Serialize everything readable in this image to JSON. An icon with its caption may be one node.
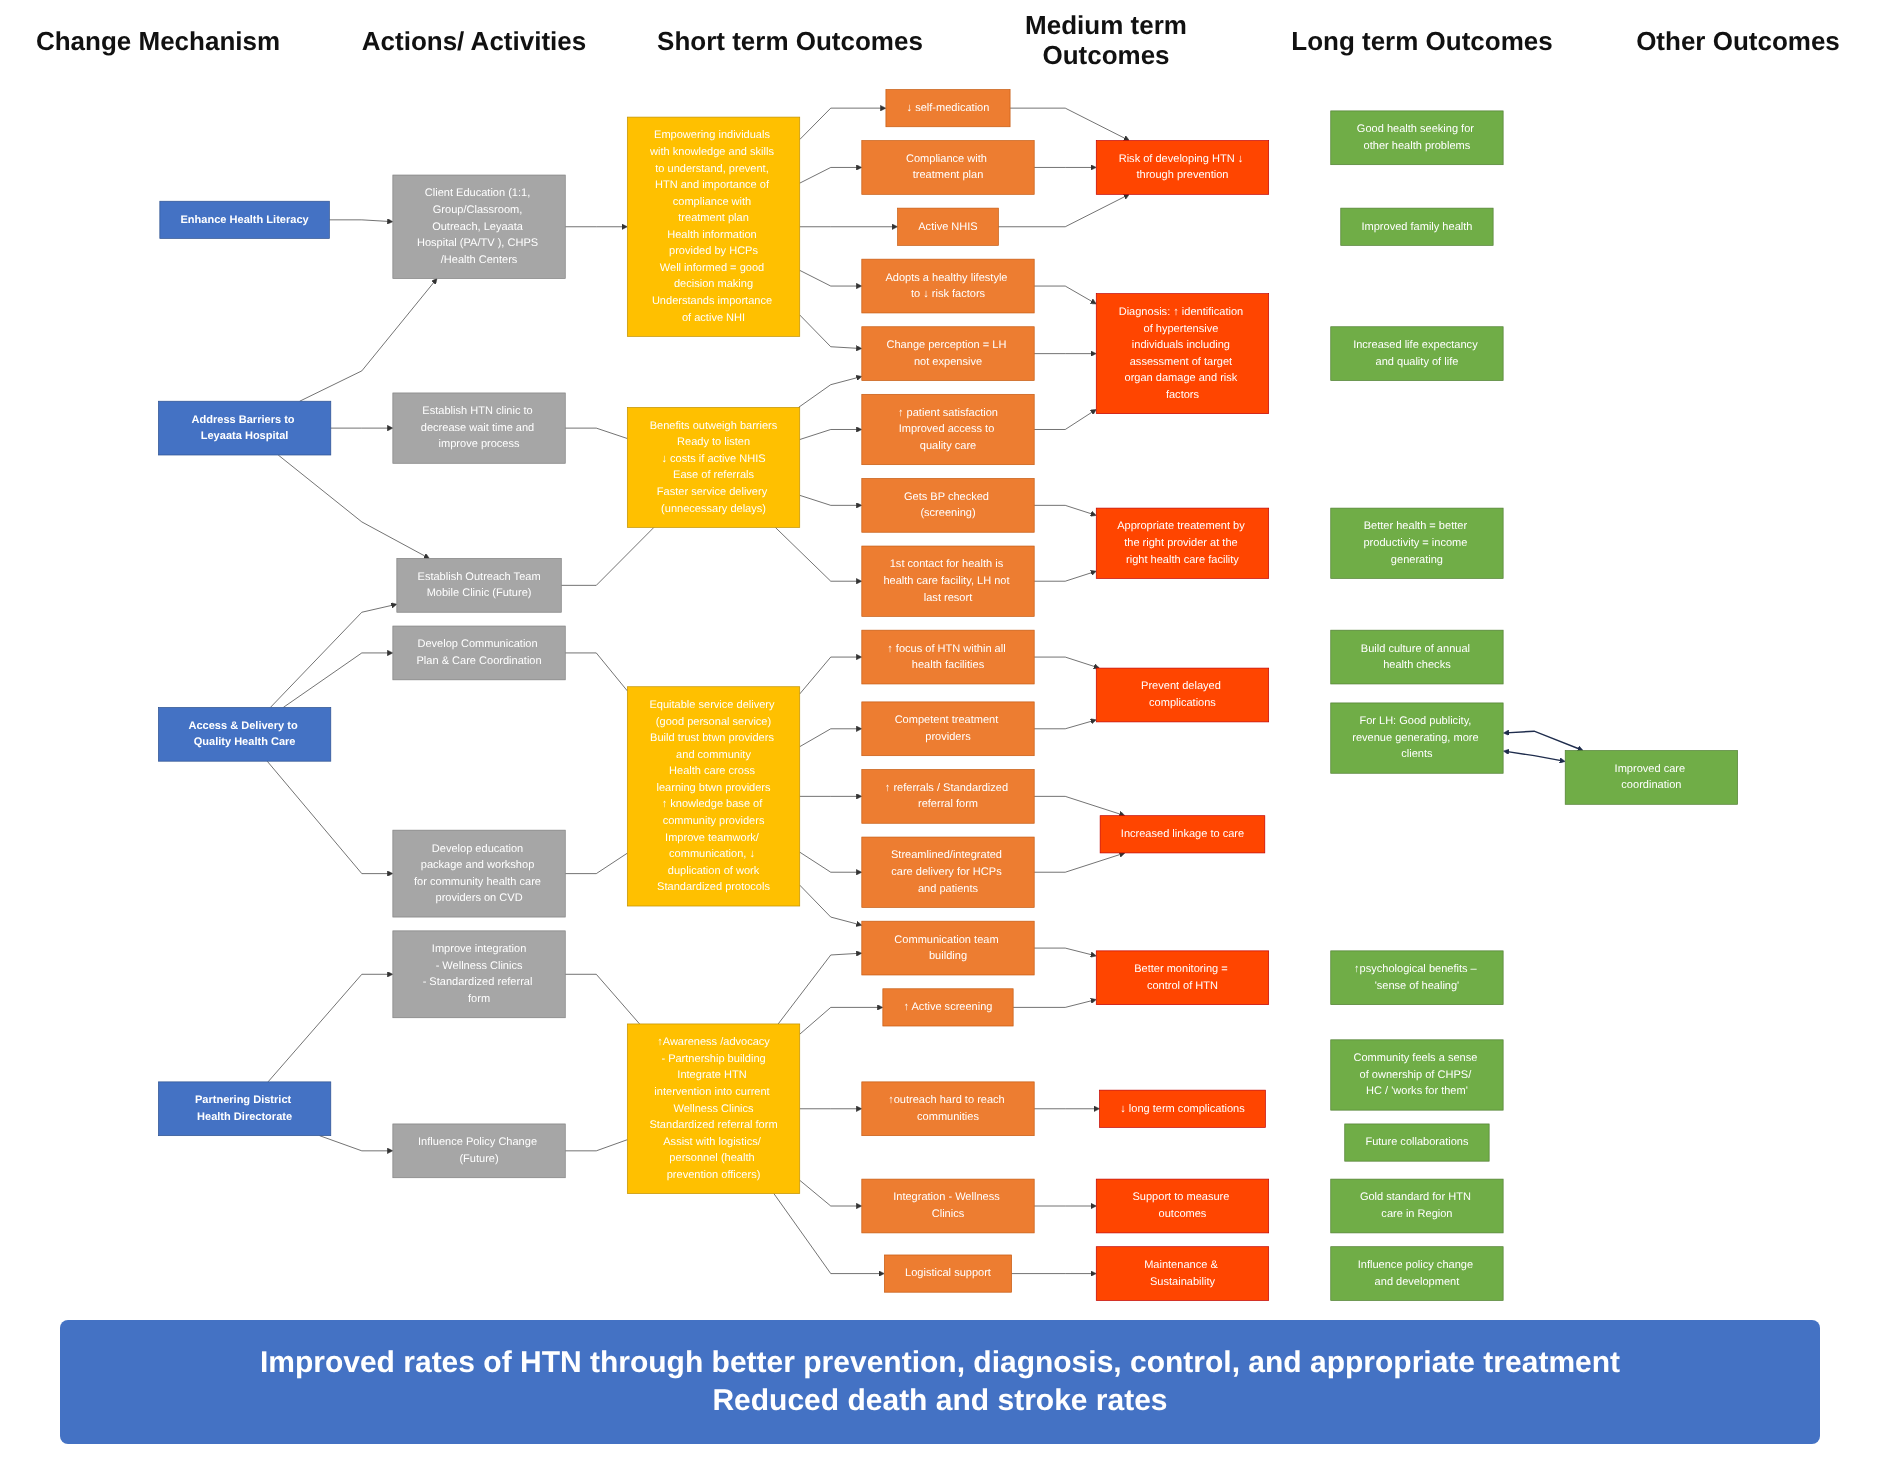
{
  "diagram": {
    "nodes": [
      {
        "text": [
          "Enhance Health Literacy"
        ]
      },
      {
        "text": [
          "Address Barriers to Leyaata Hospital"
        ]
      },
      {
        "text": [
          "Access & Delivery to Quality Health Care"
        ]
      },
      {
        "text": [
          "Partnering District Health Directorate"
        ]
      },
      {
        "text": [
          "Client Education (1:1, Group/Classroom, Outreach, Leyaata Hospital (PA/TV ), CHPS /Health Centers"
        ]
      },
      {
        "text": [
          "Establish HTN clinic to decrease wait time and improve process"
        ]
      },
      {
        "text": [
          "Establish Outreach Team",
          "Mobile Clinic (Future)"
        ]
      },
      {
        "text": [
          "Develop Communication Plan & Care Coordination"
        ]
      },
      {
        "text": [
          "Develop education package and workshop for community health care providers on CVD"
        ]
      },
      {
        "text": [
          "Improve integration",
          "- Wellness Clinics",
          "- Standardized referral form"
        ]
      },
      {
        "text": [
          "Influence Policy Change (Future)"
        ]
      },
      {
        "text": [
          "Empowering individuals with knowledge and skills to understand, prevent, HTN and importance of compliance with treatment plan",
          "Health information provided by HCPs",
          "Well informed = good decision making",
          "Understands importance of active NHI"
        ]
      },
      {
        "text": [
          "Benefits outweigh barriers",
          "Ready to listen",
          "↓ costs if active NHIS",
          "Ease of referrals",
          "Faster service delivery (unnecessary delays)"
        ]
      },
      {
        "text": [
          "Equitable service delivery (good personal service)",
          "Build trust btwn providers and community",
          "Health care cross learning btwn providers",
          "↑ knowledge base of community providers",
          "Improve teamwork/ communication, ↓ duplication of work",
          "Standardized protocols"
        ]
      },
      {
        "text": [
          "↑Awareness /advocacy",
          "- Partnership building",
          "Integrate HTN intervention into current Wellness Clinics",
          "Standardized referral form",
          "Assist with logistics/ personnel (health prevention officers)"
        ]
      },
      {
        "text": [
          "↓ self-medication"
        ]
      },
      {
        "text": [
          "Compliance with treatment plan"
        ]
      },
      {
        "text": [
          "Active NHIS"
        ]
      },
      {
        "text": [
          "Adopts a healthy lifestyle to ↓ risk factors"
        ]
      },
      {
        "text": [
          "Change perception = LH not expensive"
        ]
      },
      {
        "text": [
          "↑ patient satisfaction",
          "Improved access to quality care"
        ]
      },
      {
        "text": [
          "Gets BP checked (screening)"
        ]
      },
      {
        "text": [
          "1st contact for health is health care facility, LH not last resort"
        ]
      },
      {
        "text": [
          "↑ focus of HTN within all health facilities"
        ]
      },
      {
        "text": [
          "Competent treatment providers"
        ]
      },
      {
        "text": [
          "↑ referrals / Standardized referral form"
        ]
      },
      {
        "text": [
          "Streamlined/integrated care delivery for HCPs and patients"
        ]
      },
      {
        "text": [
          "Communication team building"
        ]
      },
      {
        "text": [
          "↑ Active screening"
        ]
      },
      {
        "text": [
          "↑outreach hard to reach communities"
        ]
      },
      {
        "text": [
          "Integration - Wellness Clinics"
        ]
      },
      {
        "text": [
          "Logistical support"
        ]
      },
      {
        "text": [
          "Risk of developing HTN ↓ through prevention"
        ]
      },
      {
        "text": [
          "Diagnosis: ↑ identification of hypertensive individuals including assessment of target organ damage and risk factors"
        ]
      },
      {
        "text": [
          "Appropriate treatement by the right provider at the right health care facility"
        ]
      },
      {
        "text": [
          "Prevent delayed complications"
        ]
      },
      {
        "text": [
          "Increased linkage to care"
        ]
      },
      {
        "text": [
          "Better monitoring = control of HTN"
        ]
      },
      {
        "text": [
          "↓ long term complications"
        ]
      },
      {
        "text": [
          "Support to measure outcomes"
        ]
      },
      {
        "text": [
          "Maintenance & Sustainability"
        ]
      },
      {
        "text": [
          "Good health seeking for other health problems"
        ]
      },
      {
        "text": [
          "Improved family health"
        ]
      },
      {
        "text": [
          "Increased life expectancy and quality of life"
        ]
      },
      {
        "text": [
          "Better health = better productivity = income generating"
        ]
      },
      {
        "text": [
          "Build culture of annual health checks"
        ]
      },
      {
        "text": [
          "For LH: Good publicity, revenue generating, more clients"
        ]
      },
      {
        "text": [
          "Improved care coordination"
        ]
      },
      {
        "text": [
          "↑psychological benefits – 'sense of healing'"
        ]
      },
      {
        "text": [
          "Community feels a sense of ownership of CHPS/ HC / 'works for them'"
        ]
      },
      {
        "text": [
          "Future collaborations"
        ]
      },
      {
        "text": [
          "Gold standard for HTN care in Region"
        ]
      },
      {
        "text": [
          "Influence policy change and development"
        ]
      }
    ],
    "edges": [
      {
        "from": 0,
        "to": 4,
        "arrow": "to"
      },
      {
        "from": 1,
        "to": 4,
        "arrow": "to"
      },
      {
        "from": 1,
        "to": 5,
        "arrow": "to"
      },
      {
        "from": 1,
        "to": 6,
        "arrow": "to"
      },
      {
        "from": 2,
        "to": 6,
        "arrow": "to"
      },
      {
        "from": 2,
        "to": 7,
        "arrow": "to"
      },
      {
        "from": 2,
        "to": 8,
        "arrow": "to"
      },
      {
        "from": 3,
        "to": 9,
        "arrow": "to"
      },
      {
        "from": 3,
        "to": 10,
        "arrow": "to"
      },
      {
        "from": 4,
        "to": 11,
        "arrow": "to"
      },
      {
        "from": 5,
        "to": 12,
        "arrow": "none"
      },
      {
        "from": 6,
        "to": 12,
        "arrow": "none"
      },
      {
        "from": 7,
        "to": 13,
        "arrow": "none"
      },
      {
        "from": 8,
        "to": 13,
        "arrow": "none"
      },
      {
        "from": 9,
        "to": 14,
        "arrow": "none"
      },
      {
        "from": 10,
        "to": 14,
        "arrow": "none"
      },
      {
        "from": 11,
        "to": 15,
        "arrow": "to"
      },
      {
        "from": 11,
        "to": 16,
        "arrow": "to"
      },
      {
        "from": 11,
        "to": 17,
        "arrow": "to"
      },
      {
        "from": 11,
        "to": 18,
        "arrow": "to"
      },
      {
        "from": 11,
        "to": 19,
        "arrow": "to"
      },
      {
        "from": 12,
        "to": 19,
        "arrow": "to"
      },
      {
        "from": 12,
        "to": 20,
        "arrow": "to"
      },
      {
        "from": 12,
        "to": 21,
        "arrow": "to"
      },
      {
        "from": 12,
        "to": 22,
        "arrow": "to"
      },
      {
        "from": 13,
        "to": 23,
        "arrow": "to"
      },
      {
        "from": 13,
        "to": 24,
        "arrow": "to"
      },
      {
        "from": 13,
        "to": 25,
        "arrow": "to"
      },
      {
        "from": 13,
        "to": 26,
        "arrow": "to"
      },
      {
        "from": 13,
        "to": 27,
        "arrow": "to"
      },
      {
        "from": 14,
        "to": 27,
        "arrow": "to"
      },
      {
        "from": 14,
        "to": 28,
        "arrow": "to"
      },
      {
        "from": 14,
        "to": 29,
        "arrow": "to"
      },
      {
        "from": 14,
        "to": 30,
        "arrow": "to"
      },
      {
        "from": 14,
        "to": 31,
        "arrow": "to"
      },
      {
        "from": 15,
        "to": 32,
        "arrow": "to"
      },
      {
        "from": 16,
        "to": 32,
        "arrow": "to"
      },
      {
        "from": 17,
        "to": 32,
        "arrow": "to"
      },
      {
        "from": 18,
        "to": 33,
        "arrow": "to"
      },
      {
        "from": 19,
        "to": 33,
        "arrow": "to"
      },
      {
        "from": 20,
        "to": 33,
        "arrow": "to"
      },
      {
        "from": 21,
        "to": 34,
        "arrow": "to"
      },
      {
        "from": 22,
        "to": 34,
        "arrow": "to"
      },
      {
        "from": 23,
        "to": 35,
        "arrow": "to"
      },
      {
        "from": 24,
        "to": 35,
        "arrow": "to"
      },
      {
        "from": 25,
        "to": 36,
        "arrow": "to"
      },
      {
        "from": 26,
        "to": 36,
        "arrow": "to"
      },
      {
        "from": 27,
        "to": 37,
        "arrow": "to"
      },
      {
        "from": 28,
        "to": 37,
        "arrow": "to"
      },
      {
        "from": 29,
        "to": 38,
        "arrow": "to"
      },
      {
        "from": 30,
        "to": 39,
        "arrow": "to"
      },
      {
        "from": 31,
        "to": 40,
        "arrow": "to"
      },
      {
        "from": 46,
        "to": 47,
        "arrow": "both",
        "color": "#1f2d4d"
      },
      {
        "from": 46,
        "to": 47,
        "arrow": "both",
        "color": "#1f2d4d"
      }
    ],
    "labels": [
      "Change Mechanism",
      "Actions/ Activities",
      "Short term Outcomes",
      "Medium term Outcomes",
      "Long term Outcomes",
      "Other Outcomes",
      "Improved rates of HTN through better prevention, diagnosis, control, and appropriate treatment",
      "Reduced death and stroke rates"
    ]
  }
}
